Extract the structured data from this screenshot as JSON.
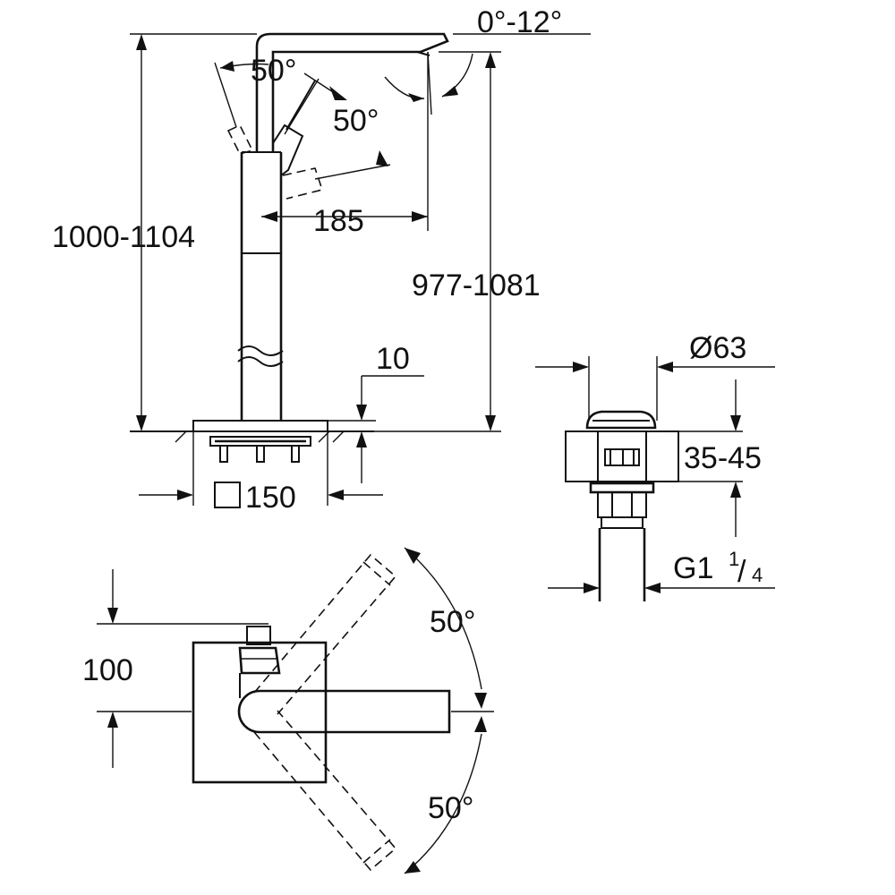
{
  "labels": {
    "spout_tilt": "0°-12°",
    "lever_back": "50°",
    "lever_front": "50°",
    "total_height": "1000-1104",
    "spout_reach": "185",
    "spout_height": "977-1081",
    "plate_thickness": "10",
    "base_square": "150",
    "waste_diameter": "Ø63",
    "deck_thickness": "35-45",
    "thread_main": "G1",
    "thread_num": "1",
    "thread_den": "4",
    "lever_offset": "100",
    "swing_right": "50°",
    "swing_left": "50°"
  },
  "colors": {
    "line": "#111111",
    "background": "#ffffff"
  }
}
